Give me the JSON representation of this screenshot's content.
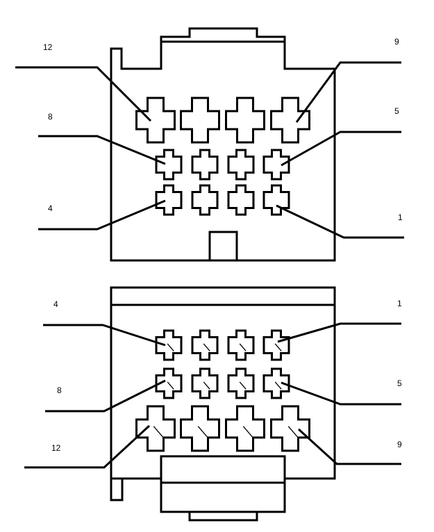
{
  "top_connector": {
    "labels": {
      "pin12": "12",
      "pin9": "9",
      "pin8": "8",
      "pin5": "5",
      "pin4": "4",
      "pin1": "1"
    }
  },
  "bottom_connector": {
    "labels": {
      "pin4": "4",
      "pin1": "1",
      "pin8": "8",
      "pin5": "5",
      "pin12": "12",
      "pin9": "9"
    }
  }
}
